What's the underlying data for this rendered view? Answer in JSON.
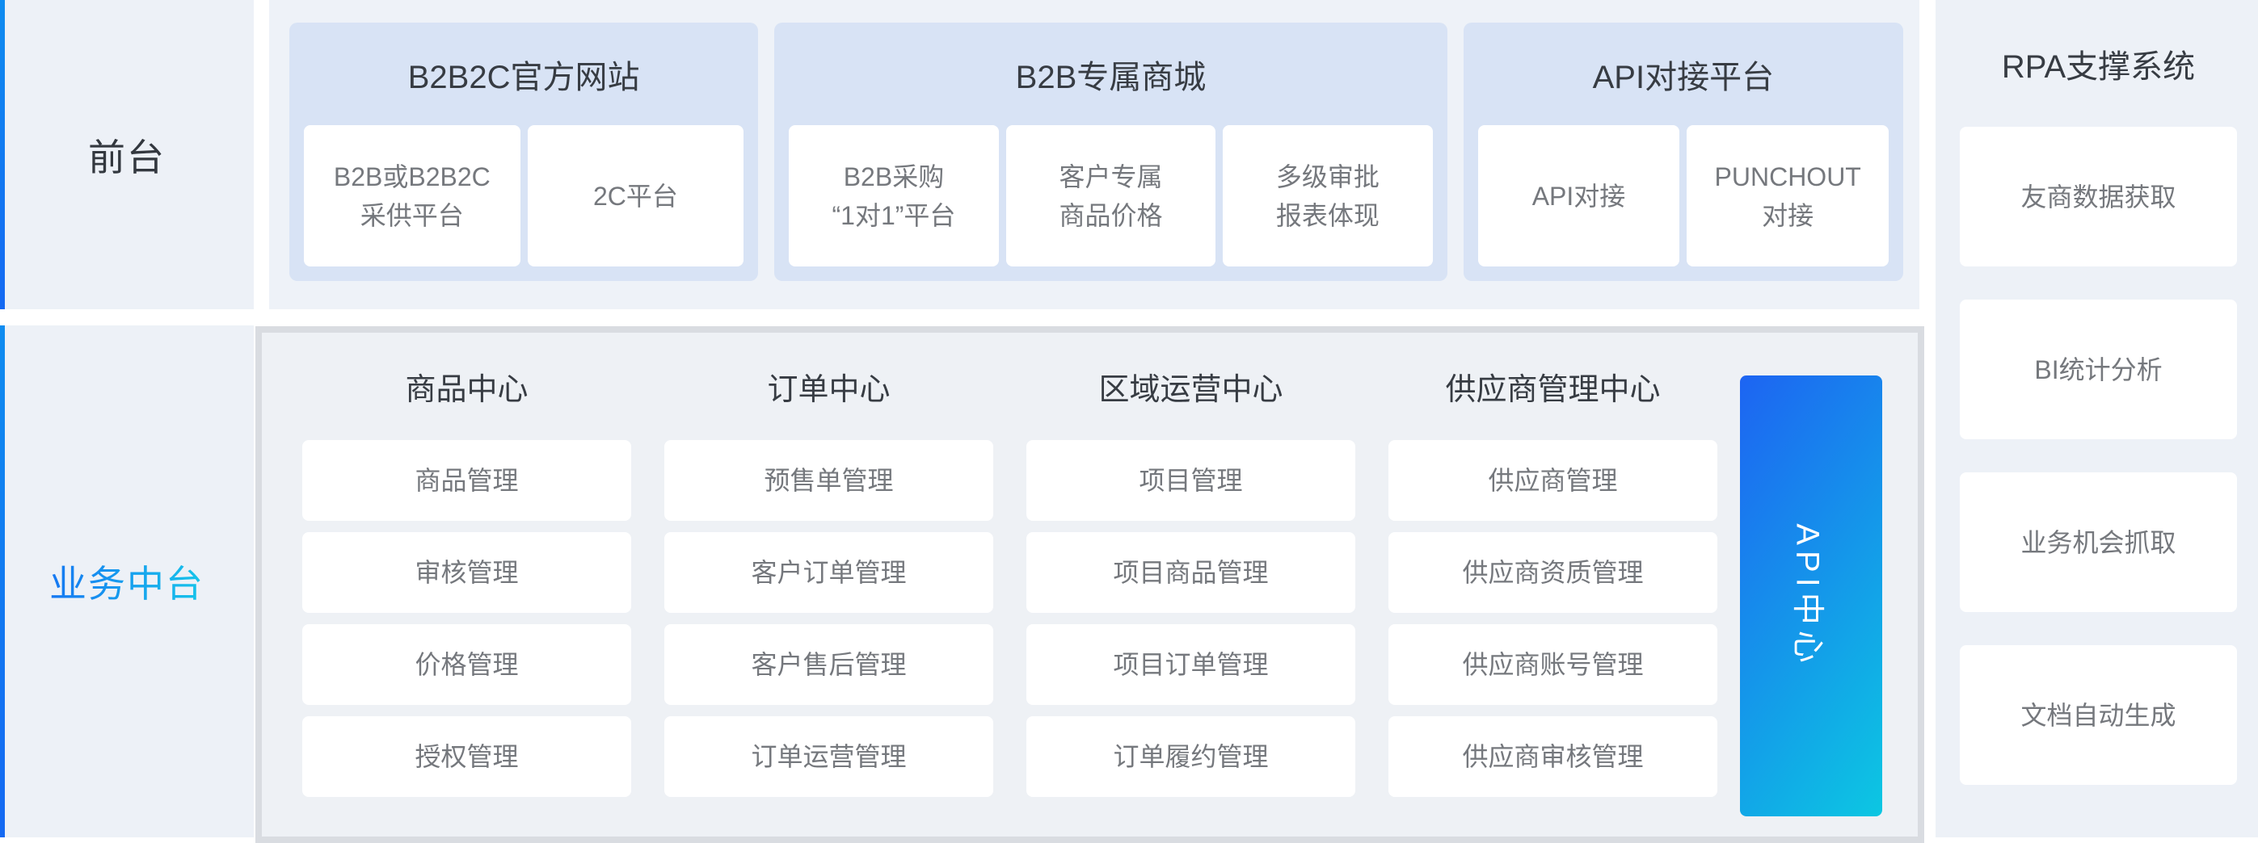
{
  "palette": {
    "page_bg": "#ffffff",
    "side_panel_bg": "#edf1f7",
    "front_panel_bg": "#eef2f8",
    "group_bg": "#d8e3f5",
    "stage_border": "#d9dce1",
    "stage_inner_bg": "#eef1f5",
    "card_bg": "#ffffff",
    "card_text": "#75787d",
    "title_text": "#373c43",
    "accent_blue": "#1569f2",
    "accent_cyan": "#16c5ea",
    "api_bar_gradient_start": "#1d64f2",
    "api_bar_gradient_end": "#0cc7e2"
  },
  "front_stage": {
    "label": "前台",
    "groups": [
      {
        "title": "B2B2C官方网站",
        "cards": [
          "B2B或B2B2C\n采供平台",
          "2C平台"
        ]
      },
      {
        "title": "B2B专属商城",
        "cards": [
          "B2B采购\n“1对1”平台",
          "客户专属\n商品价格",
          "多级审批\n报表体现"
        ]
      },
      {
        "title": "API对接平台",
        "cards": [
          "API对接",
          "PUNCHOUT\n对接"
        ]
      }
    ]
  },
  "middle_stage": {
    "label": "业务中台",
    "columns": [
      {
        "title": "商品中心",
        "items": [
          "商品管理",
          "审核管理",
          "价格管理",
          "授权管理"
        ]
      },
      {
        "title": "订单中心",
        "items": [
          "预售单管理",
          "客户订单管理",
          "客户售后管理",
          "订单运营管理"
        ]
      },
      {
        "title": "区域运营中心",
        "items": [
          "项目管理",
          "项目商品管理",
          "项目订单管理",
          "订单履约管理"
        ]
      },
      {
        "title": "供应商管理中心",
        "items": [
          "供应商管理",
          "供应商资质管理",
          "供应商账号管理",
          "供应商审核管理"
        ]
      }
    ],
    "api_bar_label": "API中心"
  },
  "rpa": {
    "title": "RPA支撑系统",
    "items": [
      "友商数据获取",
      "BI统计分析",
      "业务机会抓取",
      "文档自动生成"
    ]
  }
}
